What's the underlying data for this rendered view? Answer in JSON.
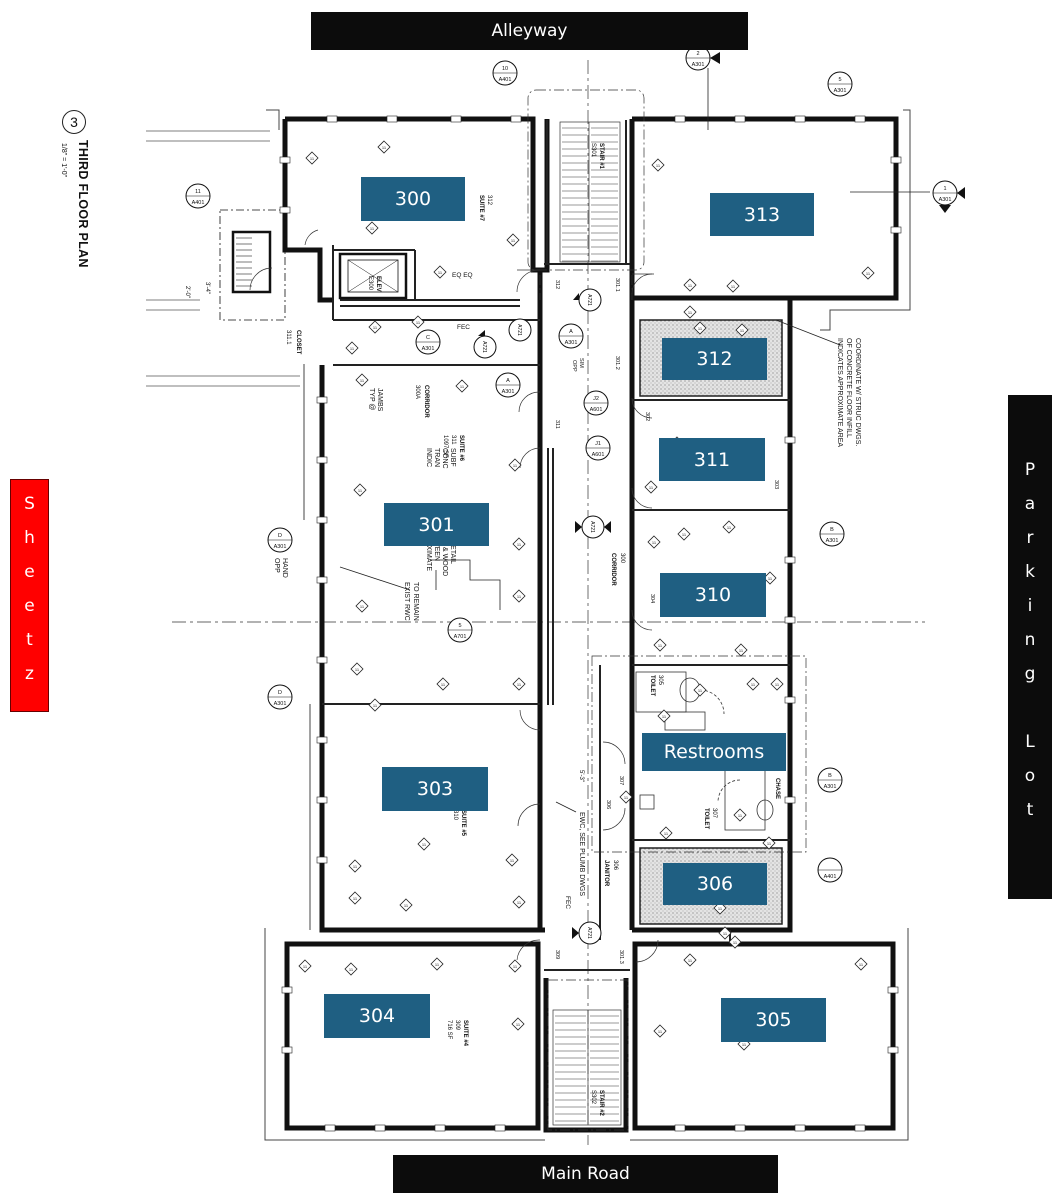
{
  "plan": {
    "number": "3",
    "title": "THIRD FLOOR PLAN",
    "scale": "1/8\" = 1'-0\""
  },
  "roads": {
    "north": "Alleyway",
    "south": "Main Road",
    "east": "Parking Lot",
    "west": "Sheetz"
  },
  "rooms": {
    "r300": "300",
    "r301": "301",
    "r303": "303",
    "r304": "304",
    "r305": "305",
    "r306": "306",
    "r310": "310",
    "r311": "311",
    "r312": "312",
    "r313": "313",
    "restrooms": "Restrooms"
  },
  "notes": {
    "concrete_infill": [
      "INDICATES APPROXIMATE AREA",
      "OF CONCRETE FLOOR INFILL",
      "COORDINATE W/ STRUC DWGS."
    ],
    "exist_rwc": [
      "EXIST RWC",
      "TO REMAIN"
    ],
    "ewc": [
      "EWC, SEE PLUMB DWGS"
    ],
    "typ_jambs": [
      "TYP @",
      "JAMBS"
    ],
    "opp_hand": [
      "OPP",
      "HAND"
    ],
    "suite1_note": [
      "INDIC",
      "TRAN",
      "CONC",
      "SUBF"
    ],
    "suite1_note2": [
      "OXIMATE",
      "WEEN",
      "R & WOOD",
      "DETAIL"
    ],
    "fec1": "FEC",
    "fec2": "FEC",
    "eq": "EQ EQ",
    "dim1": "3'-4\"",
    "dim2": "2'-0\"",
    "dim3": "5'-3\""
  },
  "tags": {
    "stair1": "STAIR #1",
    "s301": "S301",
    "stair2": "STAIR #2",
    "s302": "S302",
    "elev": "ELEV",
    "e300": "E300",
    "closet": "CLOSET",
    "c311_1": "311.1",
    "corridor1": "CORRIDOR",
    "c300a": "300A",
    "corridor2": "CORRIDOR",
    "c300": "300",
    "suite7": "SUITE #7",
    "s312": "312",
    "suite6": "SUITE #6",
    "s311": "311",
    "sf1097": "1097 SF",
    "suite5": "SUITE #5",
    "s310": "310",
    "suite4": "SUITE #4",
    "s309": "309",
    "sf716": "716 SF",
    "toilet1": "TOILET",
    "t305": "305",
    "toilet2": "TOILET",
    "t307": "307",
    "janitor": "JANITOR",
    "j306": "306",
    "chase": "CHASE",
    "d312": "312",
    "d311": "311",
    "d309": "309",
    "d301_1": "301.1",
    "d301_2": "301.2",
    "d301_3": "301.3",
    "d302": "302",
    "d303": "303",
    "d304": "304",
    "d306": "306",
    "d307": "307",
    "d305": "305",
    "sm1": "SIM",
    "opp": "OPP"
  },
  "callouts": {
    "c_a401_10": {
      "top": "10",
      "bot": "A401"
    },
    "c_a301_2": {
      "top": "2",
      "bot": "A301"
    },
    "c_a301_5": {
      "top": "5",
      "bot": "A301"
    },
    "c_a301_1": {
      "top": "1",
      "bot": "A301"
    },
    "c_a401_11": {
      "top": "11",
      "bot": "A401"
    },
    "c_a301_c": {
      "top": "C",
      "bot": "A301"
    },
    "c_a301_a1": {
      "top": "A",
      "bot": "A301"
    },
    "c_a301_a2": {
      "top": "A",
      "bot": "A301"
    },
    "c_a601_j2": {
      "top": "J2",
      "bot": "A601"
    },
    "c_a601_j1": {
      "top": "J1",
      "bot": "A601"
    },
    "c_a301_b1": {
      "top": "B",
      "bot": "A301"
    },
    "c_a301_d1": {
      "top": "D",
      "bot": "A301"
    },
    "c_a301_d2": {
      "top": "D",
      "bot": "A301"
    },
    "c_a701_5": {
      "top": "5",
      "bot": "A701"
    },
    "c_a301_b2": {
      "top": "B",
      "bot": "A301"
    },
    "c_a401": {
      "top": "",
      "bot": "A401"
    },
    "s_a721_1": "A721",
    "s_a721_2": "A721",
    "s_a721_3": "A721",
    "s_a721_4": "A721",
    "s_a721_5": "A721"
  }
}
